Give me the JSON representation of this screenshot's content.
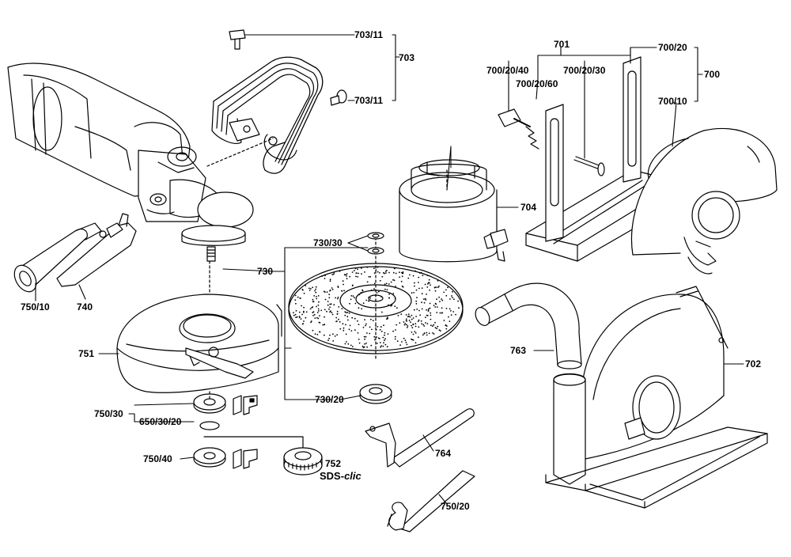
{
  "labels": {
    "p703_11_top": "703/11",
    "p703": "703",
    "p703_11_mid": "703/11",
    "p701": "701",
    "p700_20_40": "700/20/40",
    "p700_20_30": "700/20/30",
    "p700_20_60": "700/20/60",
    "p700_20": "700/20",
    "p700": "700",
    "p700_10": "700/10",
    "p704": "704",
    "p730_30": "730/30",
    "p730": "730",
    "p730_20": "730/20",
    "p750_10": "750/10",
    "p740": "740",
    "p751": "751",
    "p750_30": "750/30",
    "p650_30_20": "650/30/20",
    "p750_40": "750/40",
    "p752": "752",
    "sds_main": "SDS-",
    "sds_sub": "clic",
    "p764": "764",
    "p750_20": "750/20",
    "p763": "763",
    "p702": "702"
  }
}
